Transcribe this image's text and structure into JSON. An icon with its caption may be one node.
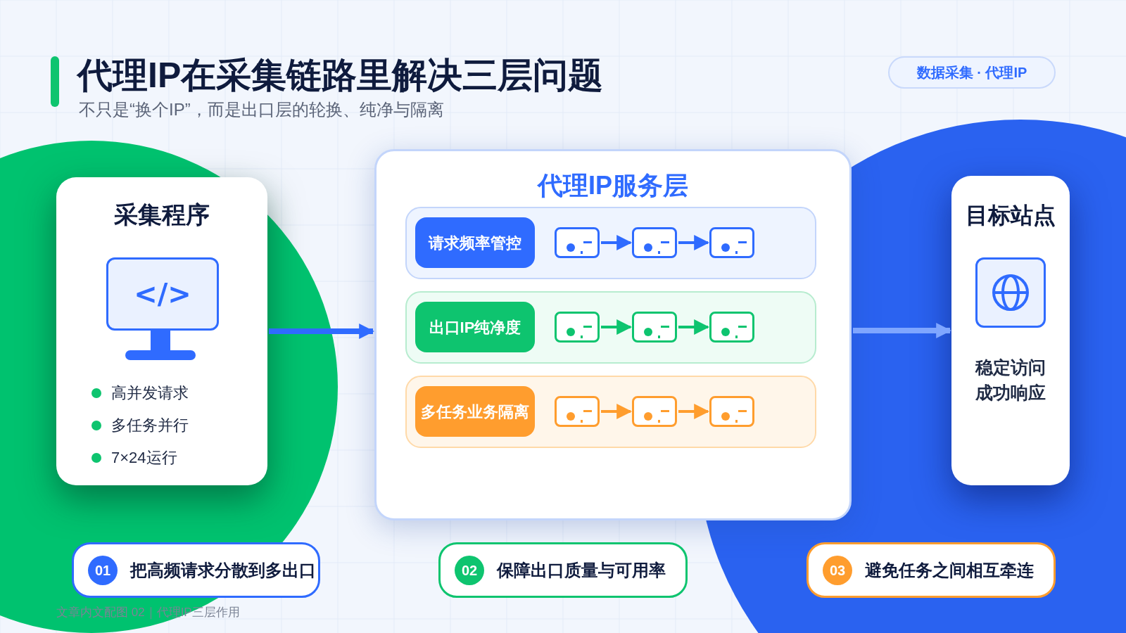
{
  "diagram": {
    "title": "代理IP在采集链路里解决三层问题",
    "nodes": [
      {
        "text": [
          "数据采集 · 代理IP"
        ]
      },
      {
        "text": [
          "采集程序",
          "高并发请求",
          "多任务并行",
          "7×24运行"
        ]
      },
      {
        "text": [
          "</>"
        ],
        "in": 1
      },
      {
        "text": [
          "代理IP服务层"
        ]
      },
      {
        "text": [],
        "shape": "box",
        "in": 3
      },
      {
        "text": [
          "请求频率管控"
        ],
        "in": 4
      },
      {
        "text": [],
        "shape": "box",
        "in": 4
      },
      {
        "text": [],
        "shape": "box",
        "in": 4
      },
      {
        "text": [],
        "shape": "box",
        "in": 4
      },
      {
        "text": [],
        "shape": "box",
        "in": 3
      },
      {
        "text": [
          "出口IP纯净度"
        ],
        "in": 9
      },
      {
        "text": [],
        "shape": "box",
        "in": 9
      },
      {
        "text": [],
        "shape": "box",
        "in": 9
      },
      {
        "text": [],
        "shape": "box",
        "in": 9
      },
      {
        "text": [],
        "shape": "box",
        "in": 3
      },
      {
        "text": [
          "多任务业务隔离"
        ],
        "in": 14
      },
      {
        "text": [],
        "shape": "box",
        "in": 14
      },
      {
        "text": [],
        "shape": "box",
        "in": 14
      },
      {
        "text": [],
        "shape": "box",
        "in": 14
      },
      {
        "text": [
          "目标站点",
          "稳定访问成功响应"
        ]
      },
      {
        "text": [
          "01",
          "把高频请求分散到多出口"
        ]
      },
      {
        "text": [
          "02",
          "保障出口质量与可用率"
        ]
      },
      {
        "text": [
          "03",
          "避免任务之间相互牵连"
        ]
      }
    ],
    "edges": [
      {
        "from": 1,
        "to": 3,
        "arrow": "to",
        "style": "thick"
      },
      {
        "from": 3,
        "to": 19,
        "arrow": "to",
        "style": "thick",
        "color": "#7fa6ff"
      },
      {
        "from": 6,
        "to": 7,
        "arrow": "to"
      },
      {
        "from": 7,
        "to": 8,
        "arrow": "to"
      },
      {
        "from": 11,
        "to": 12,
        "arrow": "to",
        "color": "#0ec46f"
      },
      {
        "from": 12,
        "to": 13,
        "arrow": "to",
        "color": "#0ec46f"
      },
      {
        "from": 16,
        "to": 17,
        "arrow": "to",
        "color": "#ff9d2e"
      },
      {
        "from": 17,
        "to": 18,
        "arrow": "to",
        "color": "#ff9d2e"
      }
    ],
    "labels": [
      "不只是“换个IP”，而是出口层的轮换、纯净与隔离",
      "文章内文配图 02｜代理IP三层作用"
    ]
  }
}
